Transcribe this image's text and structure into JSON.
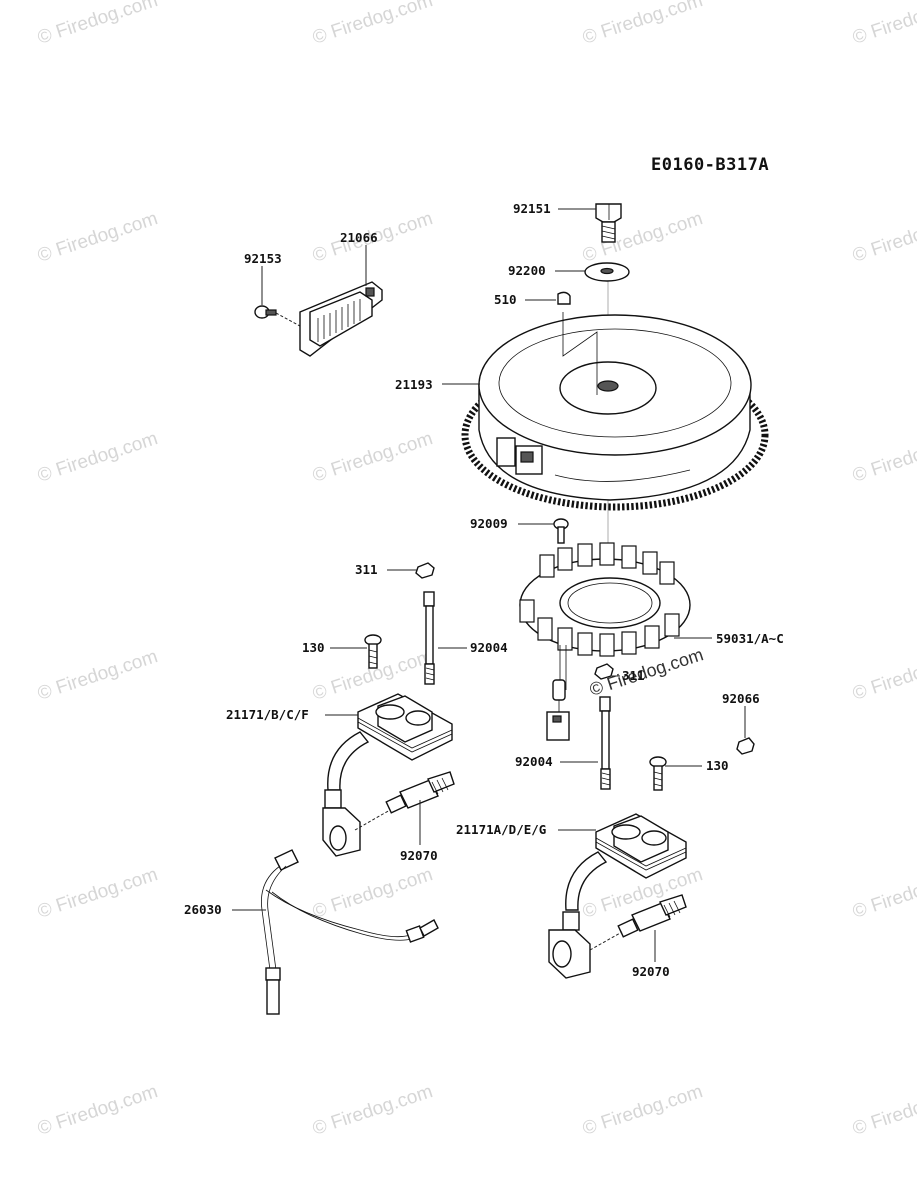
{
  "diagram": {
    "reference_code": "E0160-B317A",
    "watermark_text": "© Firedog.com",
    "labels": {
      "p92151": "92151",
      "p92200": "92200",
      "p510": "510",
      "p21193": "21193",
      "p92153": "92153",
      "p21066": "21066",
      "p92009": "92009",
      "p311_left": "311",
      "p311_right": "311",
      "p59031": "59031/A~C",
      "p92004_left": "92004",
      "p92004_right": "92004",
      "p130_left": "130",
      "p130_right": "130",
      "p92066": "92066",
      "p21171_left": "21171/B/C/F",
      "p21171_right": "21171A/D/E/G",
      "p92070_left": "92070",
      "p92070_right": "92070",
      "p26030": "26030"
    }
  }
}
